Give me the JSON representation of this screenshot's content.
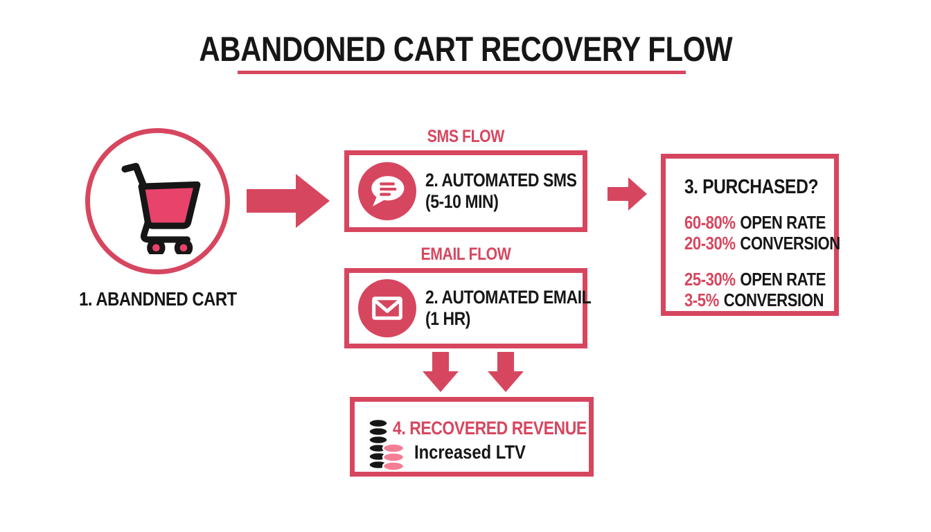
{
  "title": "ABANDONED CART RECOVERY FLOW",
  "colors": {
    "accent": "#d7465f",
    "ink": "#161616",
    "background": "#ffffff",
    "basket_pink": "#e8436b",
    "coin_pink": "#f37e95"
  },
  "cart": {
    "label": "1. ABANDNED CART"
  },
  "sms_flow": {
    "label": "SMS FLOW",
    "line1": "2. AUTOMATED SMS",
    "line2": "(5-10 MIN)"
  },
  "email_flow": {
    "label": "EMAIL FLOW",
    "line1": "2. AUTOMATED EMAIL",
    "line2": "(1 HR)"
  },
  "purchased": {
    "title": "3. PURCHASED?",
    "groups": [
      {
        "rows": [
          {
            "value": "60-80%",
            "label": "OPEN RATE"
          },
          {
            "value": "20-30%",
            "label": "CONVERSION"
          }
        ]
      },
      {
        "rows": [
          {
            "value": "25-30%",
            "label": "OPEN RATE"
          },
          {
            "value": "3-5%",
            "label": "CONVERSION"
          }
        ]
      }
    ]
  },
  "revenue": {
    "line1": "4. RECOVERED REVENUE",
    "line2": "Increased LTV"
  },
  "icons": {
    "cart": "cart-icon",
    "sms": "speech-bubble-icon",
    "email": "envelope-icon",
    "revenue": "coins-icon",
    "forward": "arrow-right-icon",
    "down": "arrow-down-icon"
  }
}
